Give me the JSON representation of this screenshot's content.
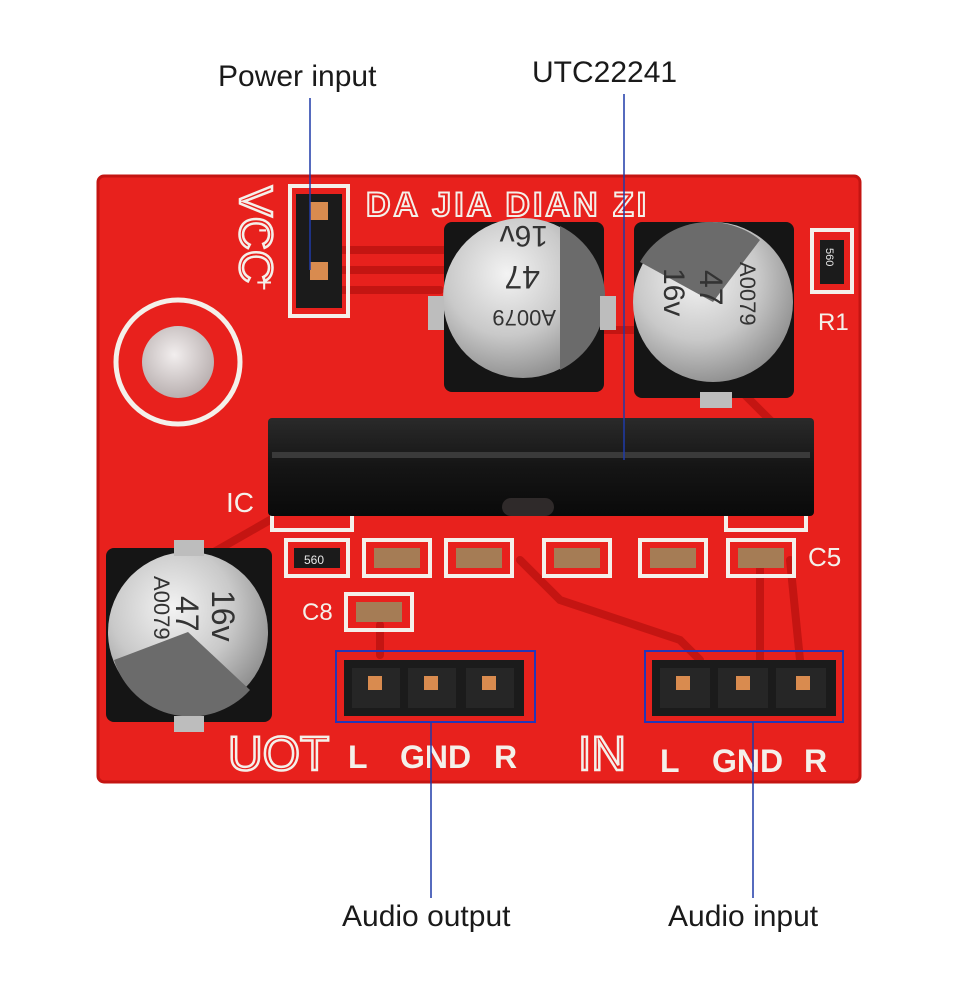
{
  "callouts": {
    "power_input": "Power input",
    "chip": "UTC22241",
    "audio_output": "Audio output",
    "audio_input": "Audio input"
  },
  "silkscreen": {
    "brand": "DA JIA DIAN ZI",
    "vcc": "VCC",
    "minus": "-",
    "plus": "+",
    "r1": "R1",
    "ic": "IC",
    "c5": "C5",
    "c8": "C8",
    "out": "UOT",
    "in": "IN",
    "out_l": "L",
    "out_gnd": "GND",
    "out_r": "R",
    "in_l": "L",
    "in_gnd": "GND",
    "in_r": "R"
  },
  "components": {
    "cap_value": "47",
    "cap_voltage": "16v",
    "cap_code": "A0079",
    "resistor_code": "560"
  },
  "colors": {
    "pcb": "#e8211d",
    "pcb_dark": "#c41512",
    "silk": "#f4f0ea",
    "callout_line": "#1f3aa8",
    "highlight_box": "#2536b8",
    "header_black": "#1b1b1b",
    "cap_metal": "#c9c9c9"
  }
}
